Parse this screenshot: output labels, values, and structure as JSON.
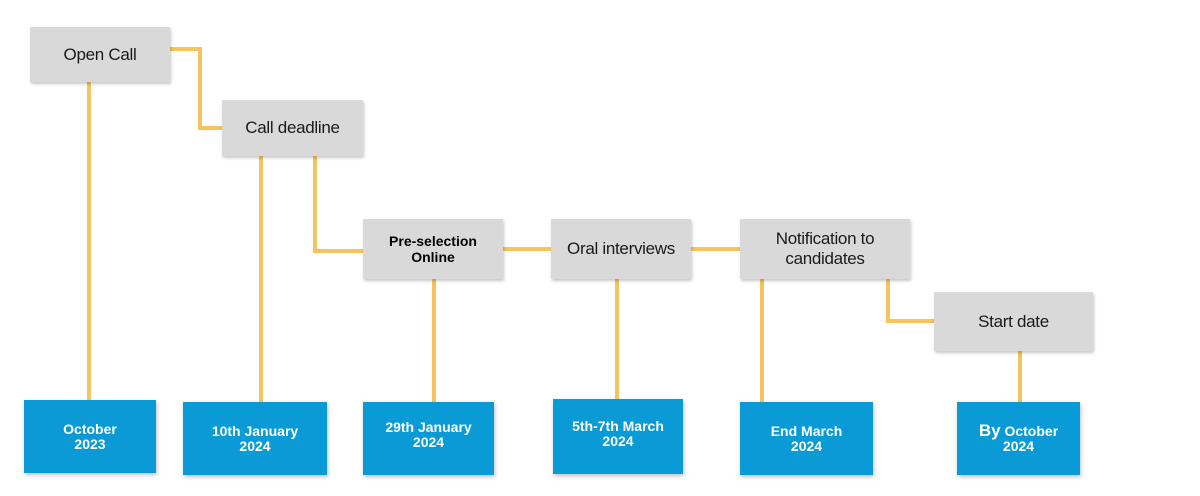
{
  "colors": {
    "connector": "#f7c35c",
    "step_box": "#d9d9d9",
    "date_box": "#0a9bd6",
    "date_text": "#ffffff"
  },
  "steps": [
    {
      "id": "open-call",
      "label": "Open Call",
      "date_line1": "October",
      "date_line2": "2023"
    },
    {
      "id": "call-deadline",
      "label": "Call deadline",
      "date_line1": "10th January",
      "date_line2": "2024"
    },
    {
      "id": "pre-selection",
      "label_line1": "Pre-selection",
      "label_line2": "Online",
      "date_line1": "29th January",
      "date_line2": "2024"
    },
    {
      "id": "oral-interviews",
      "label": "Oral interviews",
      "date_line1": "5th-7th March",
      "date_line2": "2024"
    },
    {
      "id": "notification",
      "label_line1": "Notification to",
      "label_line2": "candidates",
      "date_line1": "End March",
      "date_line2": "2024"
    },
    {
      "id": "start-date",
      "label": "Start date",
      "date_prefix": "By",
      "date_line1": "October",
      "date_line2": "2024"
    }
  ]
}
